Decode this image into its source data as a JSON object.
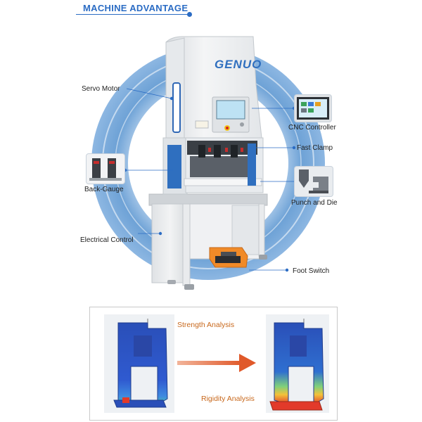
{
  "header": {
    "title": "MACHINE ADVANTAGE"
  },
  "brand": {
    "logo": "GENUO"
  },
  "callouts": {
    "servo_motor": "Servo Motor",
    "cnc_controller": "CNC Controller",
    "fast_clamp": "Fast Clamp",
    "back_gauge": "Back-Gauge",
    "punch_and_die": "Punch and Die",
    "electrical_control": "Electrical Control",
    "foot_switch": "Foot Switch"
  },
  "analysis": {
    "strength_label": "Strength Analysis",
    "rigidity_label": "Rigidity Analysis"
  },
  "colors": {
    "accent": "#2b6cc4",
    "ring": "#79a9d9",
    "machine_body": "#eef0f2",
    "stand": "#e9ebed",
    "analysis_text": "#c8681c",
    "arrow": "#e0592a"
  }
}
